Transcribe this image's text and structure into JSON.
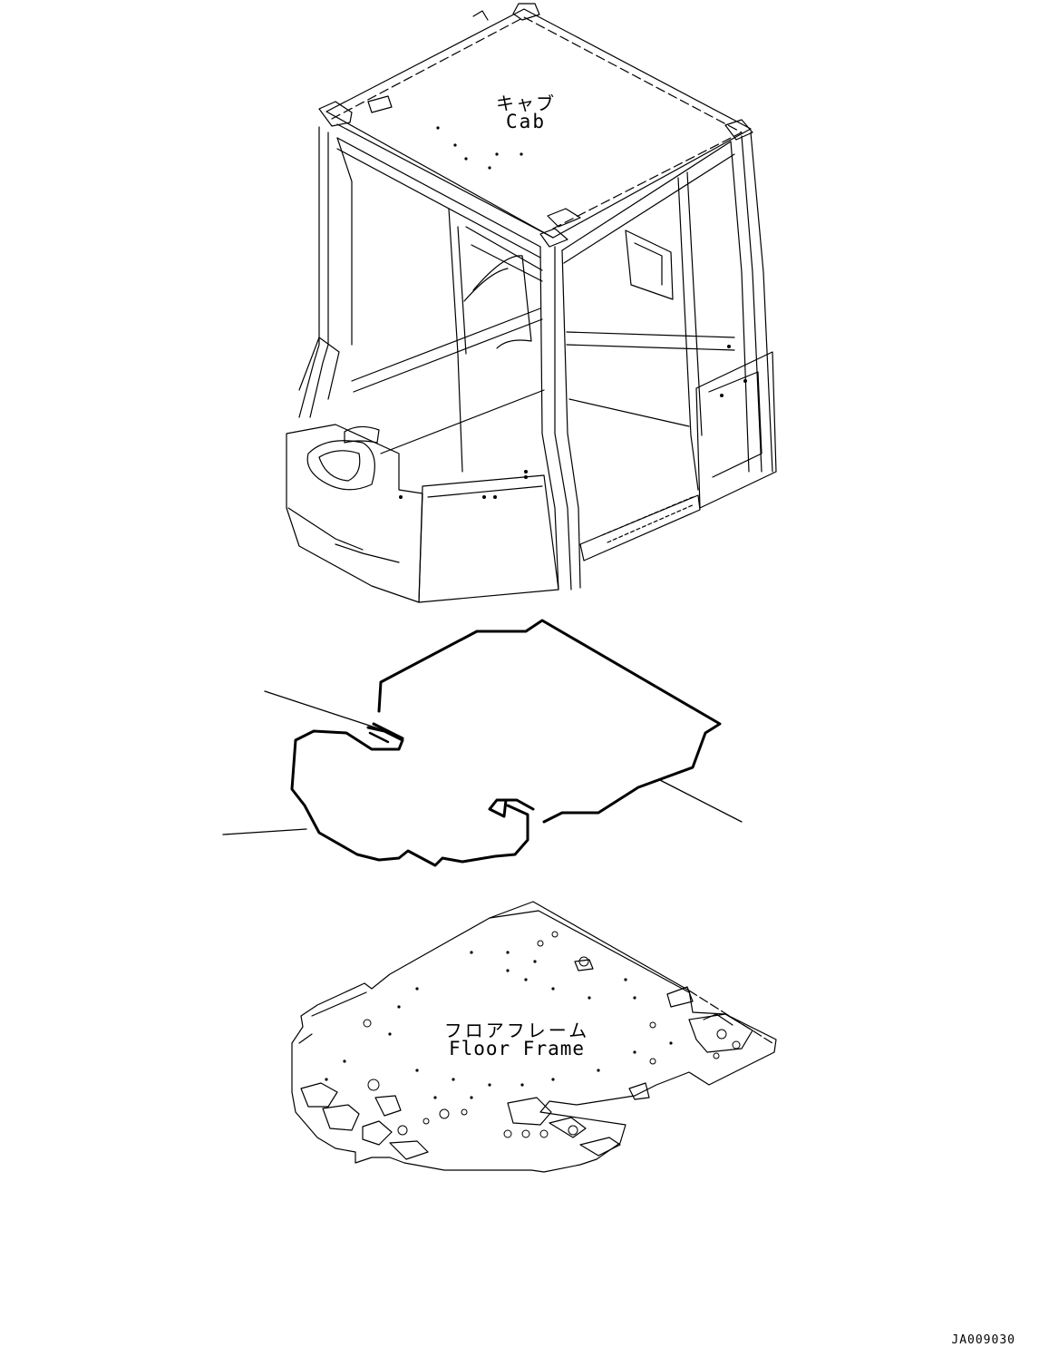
{
  "labels": {
    "cab_jp": "キャブ",
    "cab_en": "Cab",
    "floor_jp": "フロアフレーム",
    "floor_en": "Floor Frame",
    "drawing_id": "JA009030"
  },
  "colors": {
    "line": "#000000",
    "background": "#ffffff"
  }
}
